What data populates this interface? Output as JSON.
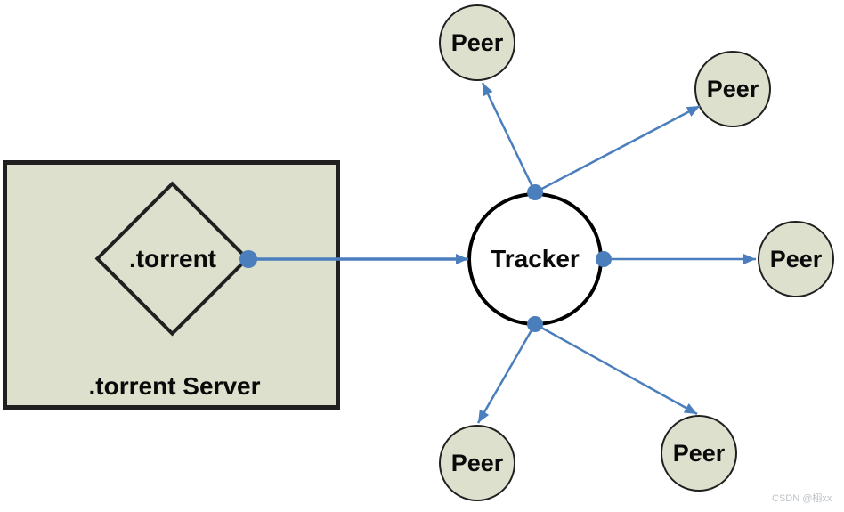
{
  "diagram": {
    "server_box": {
      "diamond_label": ".torrent",
      "label": ".torrent Server"
    },
    "tracker": {
      "label": "Tracker"
    },
    "peers": [
      {
        "position": "top-left",
        "label": "Peer"
      },
      {
        "position": "top-right",
        "label": "Peer"
      },
      {
        "position": "right",
        "label": "Peer"
      },
      {
        "position": "bottom-right",
        "label": "Peer"
      },
      {
        "position": "bottom-left",
        "label": "Peer"
      }
    ],
    "colors": {
      "background": "#ffffff",
      "node_fill": "#dce0cc",
      "node_border": "#221f20",
      "tracker_fill": "#ffffff",
      "arrow": "#4a7ebc",
      "text": "#0a0a0a",
      "watermark": "#bdc3c9"
    }
  },
  "watermark": {
    "text": "CSDN @栩xx"
  }
}
